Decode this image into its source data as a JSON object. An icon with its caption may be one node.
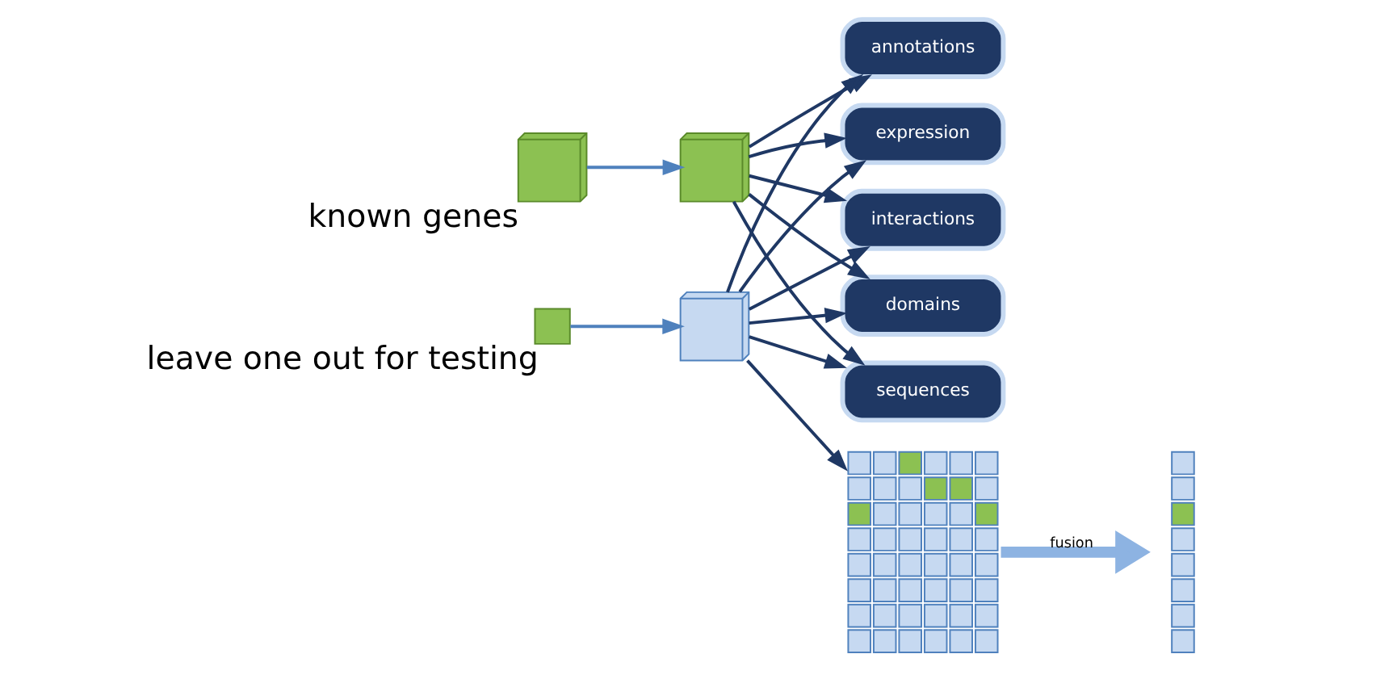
{
  "diagram": {
    "nodes": [
      {
        "text": [],
        "shape": "picture",
        "beside": [
          "known genes"
        ]
      },
      {
        "text": [],
        "shape": "box",
        "beside": [
          "leave one out for testing"
        ]
      },
      {
        "text": [],
        "shape": "picture"
      },
      {
        "text": [
          "sequences"
        ]
      },
      {
        "text": [
          "domains"
        ]
      },
      {
        "text": [
          "expression"
        ]
      },
      {
        "text": [
          "interactions"
        ]
      },
      {
        "text": [
          "annotations"
        ]
      },
      {
        "text": [],
        "shape": "picture"
      },
      {
        "text": [],
        "shape": "picture"
      },
      {
        "text": [],
        "shape": "picture"
      }
    ],
    "edges": [
      {
        "from": 0,
        "to": 2,
        "arrow": "to",
        "color": "#4f81bd"
      },
      {
        "from": 1,
        "to": 8,
        "arrow": "to",
        "color": "#4f81bd"
      },
      {
        "from": 2,
        "to": 3,
        "arrow": "to"
      },
      {
        "from": 2,
        "to": 4,
        "arrow": "to"
      },
      {
        "from": 2,
        "to": 5,
        "arrow": "to"
      },
      {
        "from": 2,
        "to": 6,
        "arrow": "to"
      },
      {
        "from": 2,
        "to": 7,
        "arrow": "to"
      },
      {
        "from": 8,
        "to": 3,
        "arrow": "to"
      },
      {
        "from": 8,
        "to": 4,
        "arrow": "to"
      },
      {
        "from": 8,
        "to": 5,
        "arrow": "to"
      },
      {
        "from": 8,
        "to": 6,
        "arrow": "to"
      },
      {
        "from": 8,
        "to": 7,
        "arrow": "to"
      },
      {
        "from": 8,
        "to": 9,
        "arrow": "to"
      },
      {
        "from": 9,
        "to": 10,
        "arrow": "to",
        "label": "fusion",
        "style": "thick",
        "color": "#8db3e2"
      }
    ]
  }
}
